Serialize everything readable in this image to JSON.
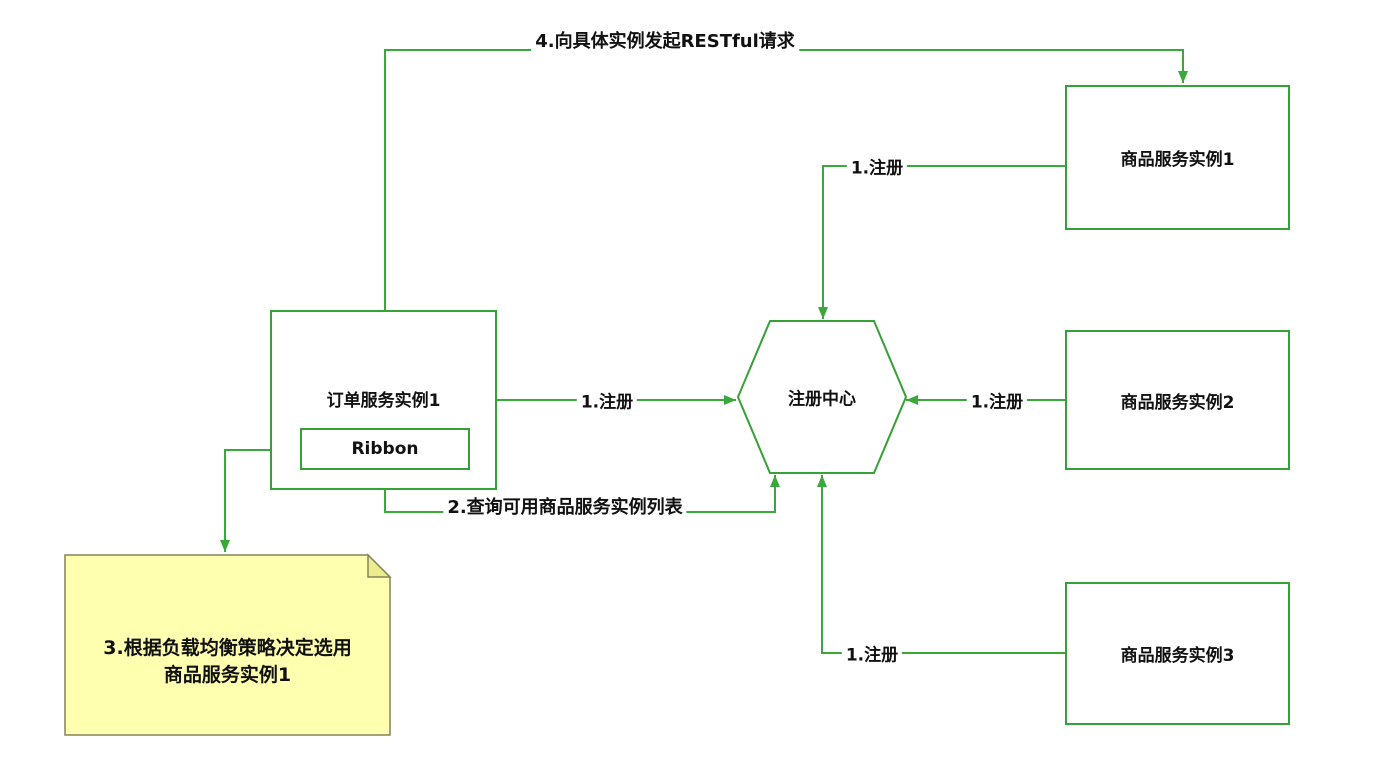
{
  "diagram": {
    "nodes": {
      "order_service": {
        "label": "订单服务实例1"
      },
      "ribbon": {
        "label": "Ribbon"
      },
      "registry_center": {
        "label": "注册中心"
      },
      "product_service_1": {
        "label": "商品服务实例1"
      },
      "product_service_2": {
        "label": "商品服务实例2"
      },
      "product_service_3": {
        "label": "商品服务实例3"
      },
      "note": {
        "text": "3.根据负载均衡策略决定选用商品服务实例1"
      }
    },
    "edges": {
      "restful_request": {
        "label": "4.向具体实例发起RESTful请求"
      },
      "register_product_1": {
        "label": "1.注册"
      },
      "register_order": {
        "label": "1.注册"
      },
      "register_product_2": {
        "label": "1.注册"
      },
      "register_product_3": {
        "label": "1.注册"
      },
      "query_instances": {
        "label": "2.查询可用商品服务实例列表"
      }
    },
    "colors": {
      "line": "#3aa83a",
      "shape_border": "#36a136",
      "shape_fill": "#ffffff",
      "note_fill": "#ffffb0",
      "note_fold": "#eded8f",
      "note_border": "#84845a",
      "text": "#111111",
      "background": "#ffffff"
    }
  }
}
